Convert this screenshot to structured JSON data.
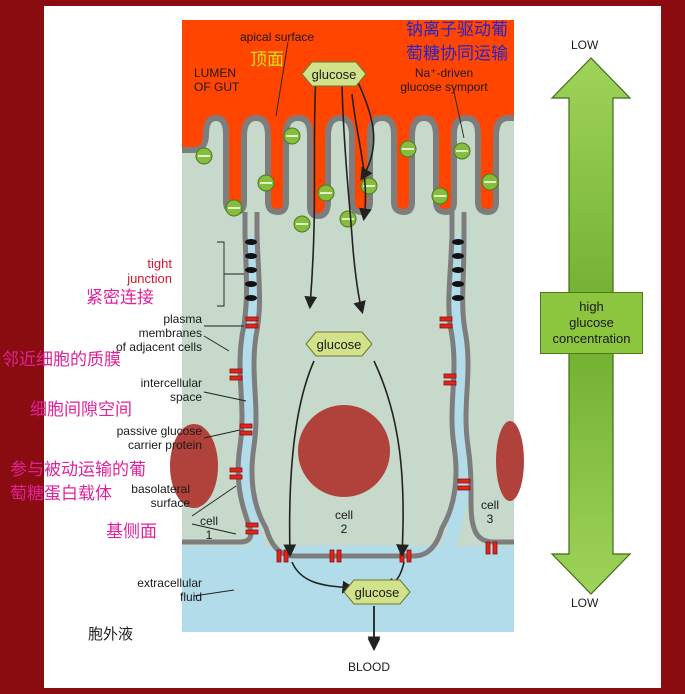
{
  "labels": {
    "apical_surface": "apical surface",
    "lumen_line1": "LUMEN",
    "lumen_line2": "OF GUT",
    "symport_line1": "Na⁺-driven",
    "symport_line2": "glucose symport",
    "tight_line1": "tight",
    "tight_line2": "junction",
    "plasma_line1": "plasma",
    "plasma_line2": "membranes",
    "plasma_line3": "of adjacent cells",
    "intercellular_line1": "intercellular",
    "intercellular_line2": "space",
    "carrier_line1": "passive glucose",
    "carrier_line2": "carrier protein",
    "basolateral_line1": "basolateral",
    "basolateral_line2": "surface",
    "extracellular_line1": "extracellular",
    "extracellular_line2": "fluid",
    "cell1_line1": "cell",
    "cell1_line2": "1",
    "cell2_line1": "cell",
    "cell2_line2": "2",
    "cell3_line1": "cell",
    "cell3_line2": "3",
    "glucose_top": "glucose",
    "glucose_mid": "glucose",
    "glucose_bottom": "glucose",
    "blood": "BLOOD",
    "low_top": "LOW",
    "low_bottom": "LOW",
    "conc_line1": "high",
    "conc_line2": "glucose",
    "conc_line3": "concentration"
  },
  "annotations_zh": {
    "apical": "顶面",
    "symport_line1": "钠离子驱动葡",
    "symport_line2": "萄糖协同运输",
    "tight_junction": "紧密连接",
    "plasma_membranes": "邻近细胞的质膜",
    "intercellular_space": "细胞间隙空间",
    "carrier_line1": "参与被动运输的葡",
    "carrier_line2": "萄糖蛋白载体",
    "basolateral": "基侧面",
    "extracellular": "胞外液"
  },
  "colors": {
    "frame": "#8b0c10",
    "lumen": "#ff4500",
    "cytoplasm": "#c6d9ca",
    "membrane": "#7d7d7d",
    "extracellular_fluid": "#b3dcea",
    "nucleus": "#b0413b",
    "symport_protein": "#86bd3d",
    "carrier_protein": "#e0251c",
    "tight_junction": "#111111",
    "glucose_tag": "#d2e28a",
    "gradient_arrow": "#7fbf3a"
  }
}
